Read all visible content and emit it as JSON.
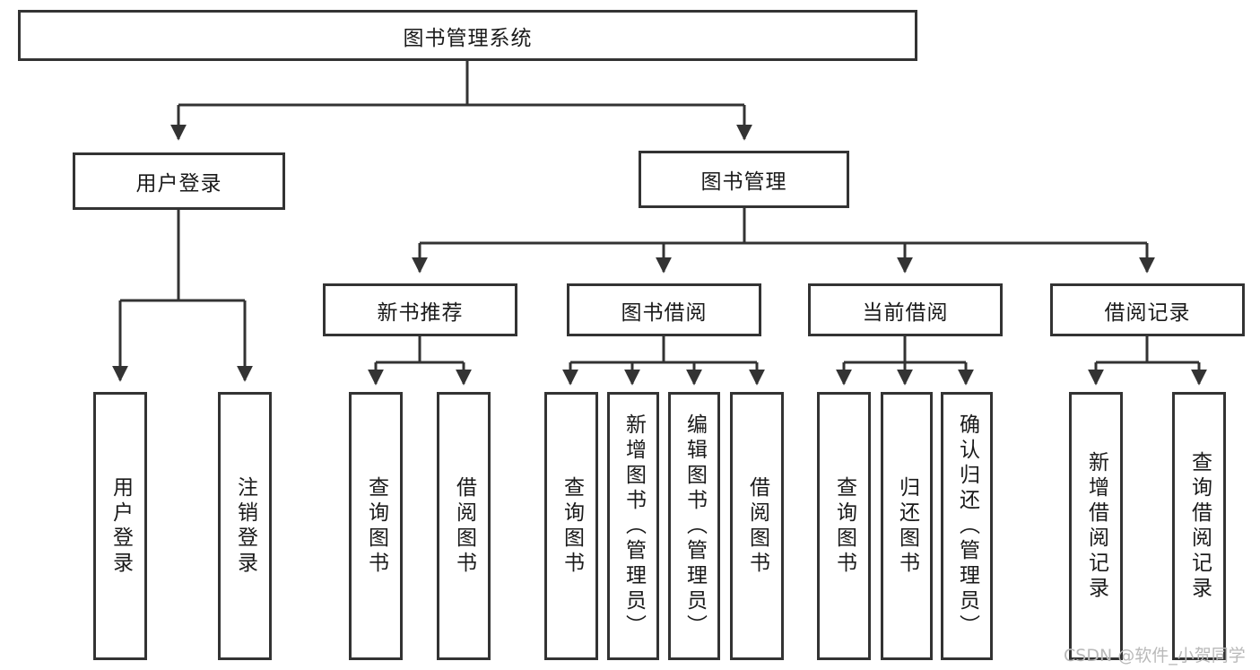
{
  "diagram": {
    "title": "图书管理系统",
    "type": "tree-hierarchy-diagram",
    "watermark": "CSDN @软件_小贺同学",
    "colors": {
      "stroke": "#333333",
      "fill": "#ffffff",
      "text": "#1a1a1a",
      "watermark": "#b9b9b9"
    },
    "root": {
      "label": "图书管理系统"
    },
    "level2": [
      {
        "label": "用户登录"
      },
      {
        "label": "图书管理"
      }
    ],
    "level3": [
      {
        "label": "新书推荐"
      },
      {
        "label": "图书借阅"
      },
      {
        "label": "当前借阅"
      },
      {
        "label": "借阅记录"
      }
    ],
    "leaves": {
      "user_login": [
        {
          "label": "用户登录"
        },
        {
          "label": "注销登录"
        }
      ],
      "new_book_recommend": [
        {
          "label": "查询图书"
        },
        {
          "label": "借阅图书"
        }
      ],
      "book_borrow": [
        {
          "label": "查询图书"
        },
        {
          "label": "新增图书（管理员）"
        },
        {
          "label": "编辑图书（管理员）"
        },
        {
          "label": "借阅图书"
        }
      ],
      "current_borrow": [
        {
          "label": "查询图书"
        },
        {
          "label": "归还图书"
        },
        {
          "label": "确认归还（管理员）"
        }
      ],
      "borrow_record": [
        {
          "label": "新增借阅记录"
        },
        {
          "label": "查询借阅记录"
        }
      ]
    }
  }
}
